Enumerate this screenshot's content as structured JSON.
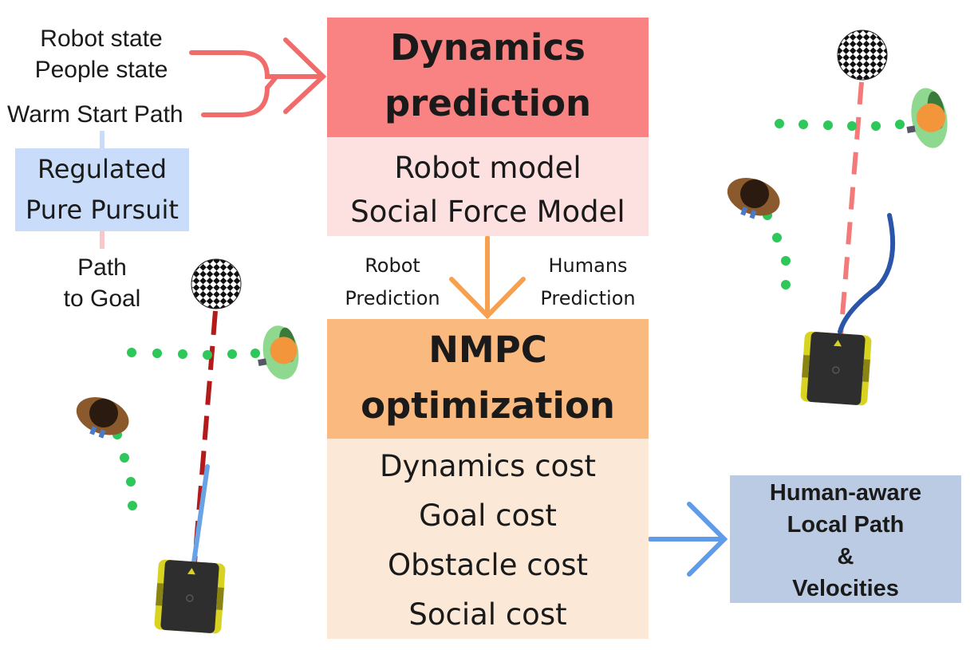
{
  "inputs": {
    "robot_state": "Robot state",
    "people_state": "People state",
    "warm_start": "Warm Start Path"
  },
  "rpp": {
    "line1": "Regulated",
    "line2": "Pure Pursuit"
  },
  "path_to_goal": {
    "line1": "Path",
    "line2": "to Goal"
  },
  "dynamics": {
    "title1": "Dynamics",
    "title2": "prediction",
    "items": [
      "Robot model",
      "Social Force Model"
    ]
  },
  "predictions": {
    "robot1": "Robot",
    "robot2": "Prediction",
    "humans1": "Humans",
    "humans2": "Prediction"
  },
  "nmpc": {
    "title1": "NMPC",
    "title2": "optimization",
    "costs": [
      "Dynamics cost",
      "Goal cost",
      "Obstacle cost",
      "Social cost"
    ]
  },
  "output": {
    "line1": "Human-aware",
    "line2": "Local Path",
    "line3": "&",
    "line4": "Velocities"
  },
  "colors": {
    "dynamics_header": "#f98282",
    "dynamics_body": "#fde0e0",
    "nmpc_header": "#f9b97f",
    "nmpc_body": "#fbe8d6",
    "rpp_box": "#c9ddfa",
    "output_box": "#bccbe4",
    "input_arrow": "#f26b6b",
    "prediction_arrow": "#f6a050",
    "output_arrow": "#5e9be8",
    "human_path": "#2ec75a",
    "rpp_path": "#b31b1b",
    "nmpc_path": "#6aa2e6",
    "nmpc_path_right": "#2b55a8",
    "rpp_path_right": "#f47a7a"
  }
}
